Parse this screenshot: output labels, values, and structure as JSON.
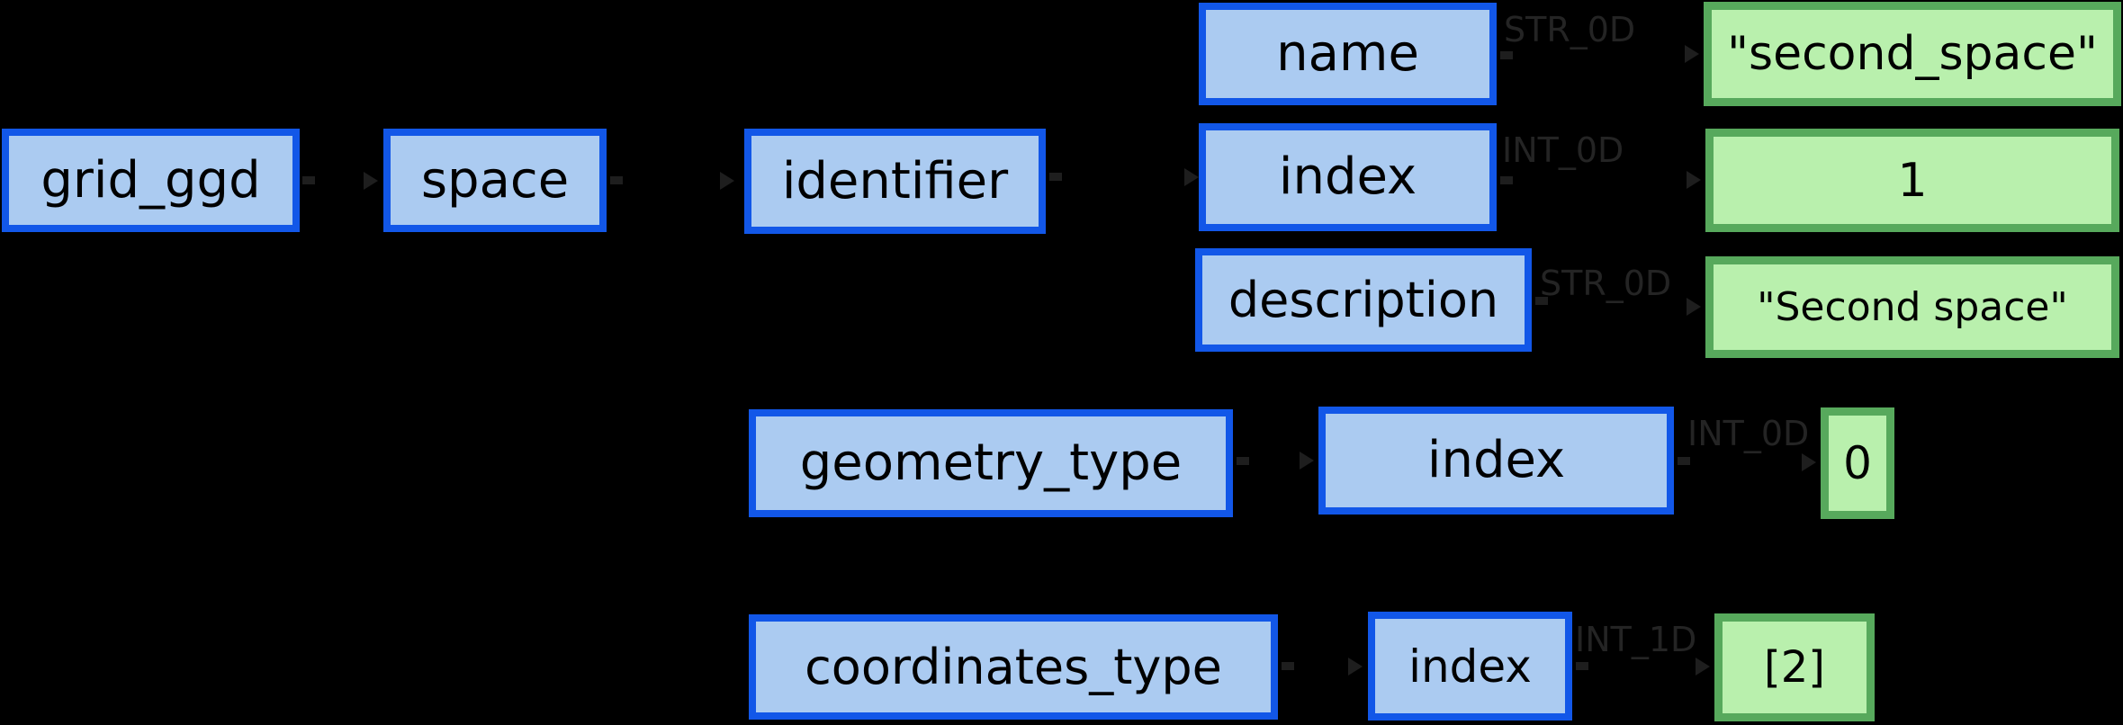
{
  "diagram": {
    "description_text": "IDS tree diagram: grid_ggd/space/identifier structure with data-type edge labels and leaf values",
    "colors": {
      "background": "#000000",
      "node_border": "#1257e8",
      "node_fill": "#abcbf1",
      "value_border": "#57a95c",
      "value_fill": "#b9f0ad",
      "node_text": "#000000",
      "edge_label_text": "#242424",
      "edge_color": "#1e1e1e"
    },
    "nodes": {
      "grid_ggd": "grid_ggd",
      "space": "space",
      "identifier": "identifier",
      "name": "name",
      "index_identifier": "index",
      "description": "description",
      "geometry_type": "geometry_type",
      "index_geometry": "index",
      "coordinates_type": "coordinates_type",
      "index_coordinates": "index"
    },
    "type_labels": {
      "name_type": "STR_0D",
      "index_identifier_type": "INT_0D",
      "description_type": "STR_0D",
      "index_geometry_type": "INT_0D",
      "index_coordinates_type": "INT_1D"
    },
    "values": {
      "name_value": "\"second_space\"",
      "index_identifier_value": "1",
      "description_value": "\"Second space\"",
      "index_geometry_value": "0",
      "index_coordinates_value": "[2]"
    }
  }
}
